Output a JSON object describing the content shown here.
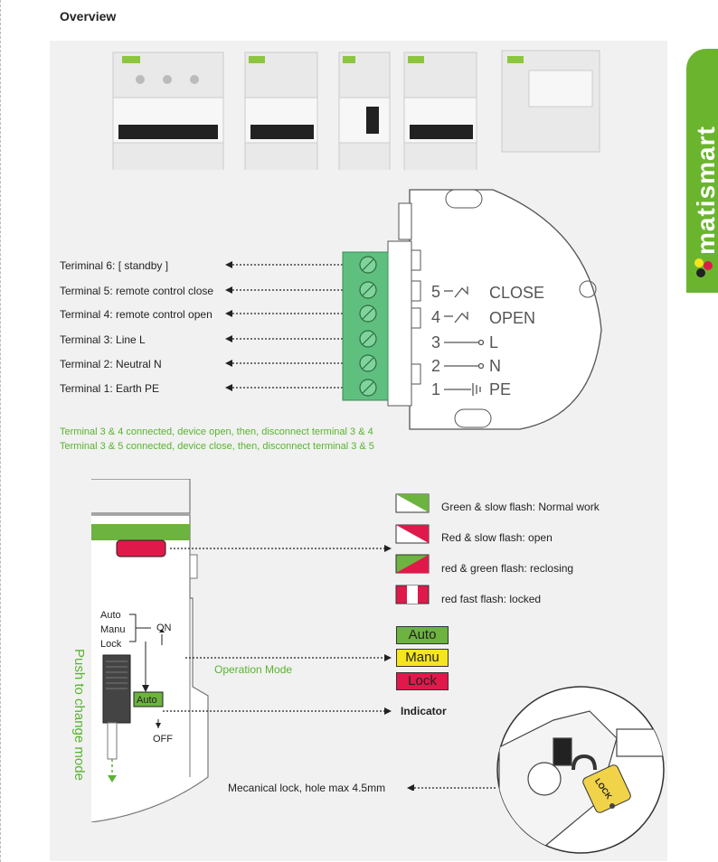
{
  "page": {
    "heading": "Overview"
  },
  "brand": {
    "name": "matismart"
  },
  "terminals": [
    "Teriminal 6: [ standby ]",
    "Terminal 5: remote control close",
    "Terminal 4: remote control open",
    "Terminal 3: Line L",
    "Terminal 2: Neutral N",
    "Terminal 1: Earth PE"
  ],
  "diagram_labels": {
    "close": "5—  CLOSE",
    "open": "4—  OPEN",
    "line": "3  L",
    "neutral": "2  N",
    "pe": "1  PE",
    "n5": "5",
    "n4": "4",
    "n3": "3",
    "n2": "2",
    "n1": "1",
    "t_close": "CLOSE",
    "t_open": "OPEN",
    "t_l": "L",
    "t_n": "N",
    "t_pe": "PE"
  },
  "notes": [
    "Terminal 3 & 4 connected, device open, then, disconnect terminal 3 & 4",
    "Terminal 3 & 5 connected, device close, then, disconnect terminal 3 & 5"
  ],
  "indicator_states": [
    {
      "label": "Green & slow flash: Normal work"
    },
    {
      "label": "Red & slow flash: open"
    },
    {
      "label": "red & green flash: reclosing"
    },
    {
      "label": "red fast flash: locked"
    }
  ],
  "modes": [
    {
      "label": "Auto",
      "color": "#6cb33f"
    },
    {
      "label": "Manu",
      "color": "#f5e51e"
    },
    {
      "label": "Lock",
      "color": "#e0194b"
    }
  ],
  "device_labels": {
    "auto": "Auto",
    "manu": "Manu",
    "lock": "Lock",
    "on": "ON",
    "off": "OFF",
    "indicator_btn": "Auto"
  },
  "operation_mode": "Operation Mode",
  "indicator": "Indicator",
  "push_to_change": "Push to change mode",
  "lock_text": "Mecanical lock, hole max 4.5mm",
  "padlock_text": "LOCK",
  "colors": {
    "green": "#6cb33f",
    "red": "#e0194b",
    "yellow": "#f5e51e",
    "brand_green": "#6bb52e",
    "terminal_green": "#5fbf7f"
  }
}
